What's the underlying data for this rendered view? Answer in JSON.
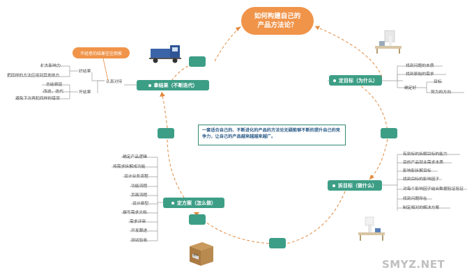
{
  "title": {
    "line1": "如何构建自己的",
    "line2": "产品方法论？"
  },
  "callout": "不经意的结果往往倒推",
  "center_text": "一套适合自己的、不断进化的产品的方法论无疑能够不断的提升自己的竞争力，让自己的产品越来越越来越广。",
  "results": {
    "label": "拿结果（不断迭代）",
    "sub": "认真对待",
    "branches": [
      {
        "label": "好结果",
        "leaves": [
          "扩大影响力",
          "把同样的方法应用到其他地方"
        ]
      },
      {
        "label": "坏结果",
        "leaves": [
          "总结原因",
          "改进、迭代",
          "避免下次再犯同样的错误"
        ]
      }
    ]
  },
  "goal": {
    "label": "定目标（为什么）",
    "leaves": [
      "找到问题的本质",
      "找到原始的需求"
    ],
    "group": {
      "label": "确定好",
      "leaves": [
        "目标",
        "努力的方向"
      ]
    }
  },
  "solution": {
    "label": "定方案（怎么做）",
    "leaves": [
      "确定产品逻辑",
      "将需求拆解成功能",
      "设计业务流程",
      "功能流程",
      "页面流程",
      "设计原型",
      "撰写需求文档",
      "需求评审",
      "开发跟进",
      "测试验收"
    ]
  },
  "action": {
    "label": "拆目标（做什么）",
    "leaves": [
      "有到标的拆解目标的能力",
      "目的产品就业需求本质",
      "影响影拆解目标",
      "找到目标的影响因子",
      "对每个影响因子结合数据验证验证",
      "找到问题所在",
      "制定相对的解决方案"
    ]
  },
  "illustrations": {
    "truck": "truck-icon",
    "desk_top": "desk-icon",
    "desk_bottom": "desk-icon",
    "box": "box-icon",
    "box_label": "需求",
    "watermark": "SMYZ.NET"
  },
  "colors": {
    "accent": "#f0944a",
    "node": "#3d9e86",
    "text_blue": "#2b5b88"
  }
}
